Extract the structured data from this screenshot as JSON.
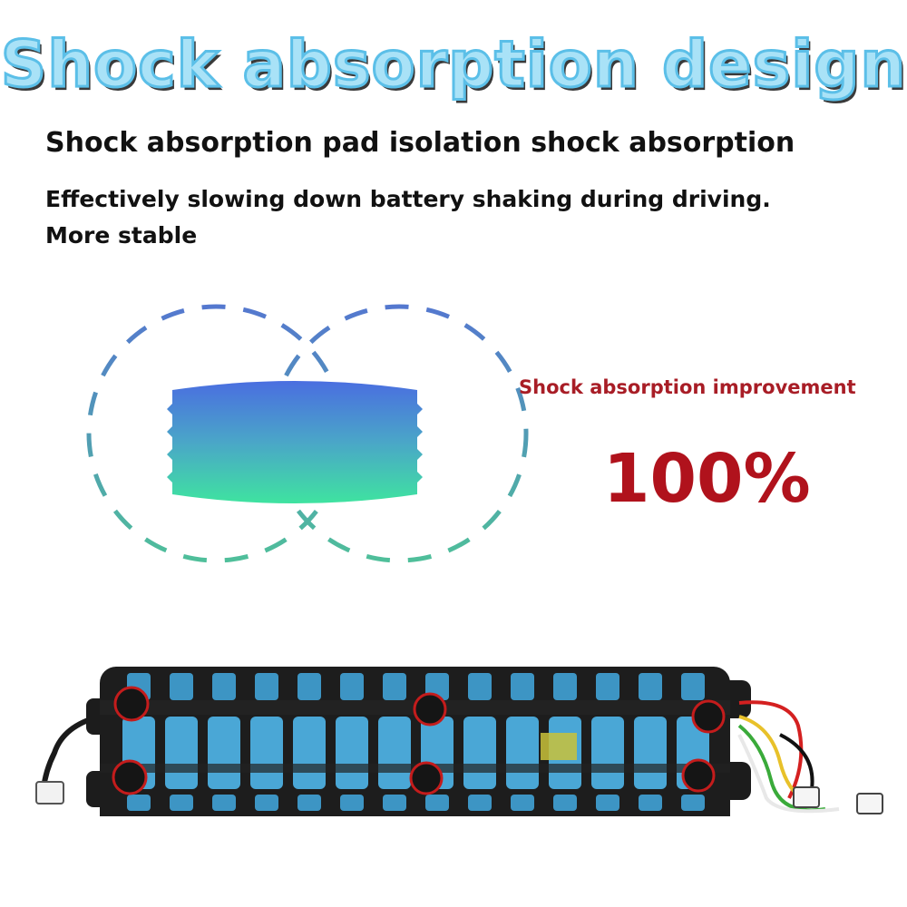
{
  "headline": "Shock absorption design",
  "subheadline": "Shock absorption pad isolation shock absorption",
  "description": {
    "line1": "Effectively slowing down battery shaking during driving.",
    "line2": "More stable"
  },
  "improvement": {
    "label": "Shock absorption improvement",
    "value": "100%"
  },
  "colors": {
    "headline_fill": "#a9e2f7",
    "headline_stroke": "#5bbfe8",
    "accent_red": "#b0121c",
    "pad_top": "#4a72e0",
    "pad_bottom": "#3fe0a0",
    "cell_blue": "#4aa7d6"
  },
  "illustration": {
    "pad_icon": "shock-pad-icon",
    "battery_icon": "battery-pack-icon"
  }
}
